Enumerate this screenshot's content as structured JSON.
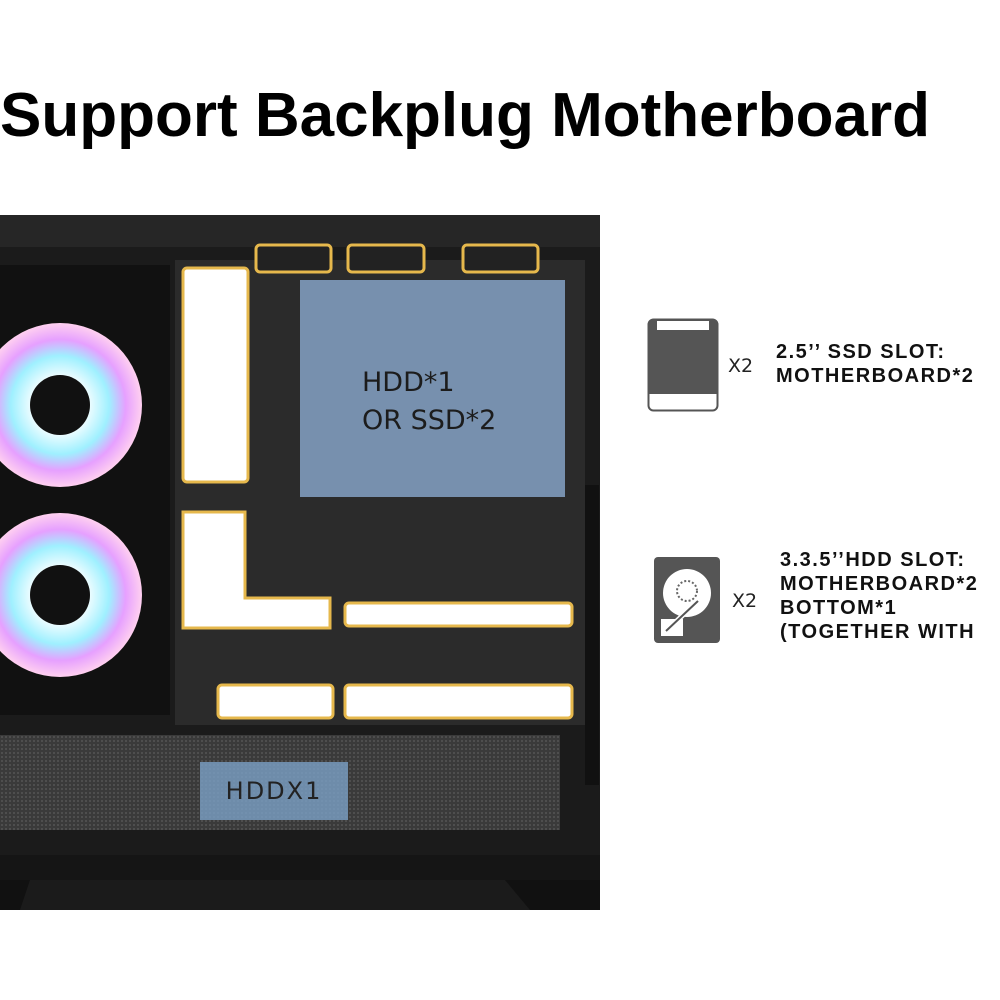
{
  "title": "Support Backplug Motherboard",
  "case": {
    "drive_area_label_line1": "HDD*1",
    "drive_area_label_line2": "OR SSD*2",
    "bottom_label": "HDDX1"
  },
  "specs": [
    {
      "icon": "ssd-icon",
      "count": "X2",
      "lines": [
        "2.5’’ SSD SLOT:",
        "MOTHERBOARD*2"
      ]
    },
    {
      "icon": "hdd-icon",
      "count": "X2",
      "lines": [
        "3.3.5’’HDD SLOT:",
        "MOTHERBOARD*2",
        "BOTTOM*1",
        "(TOGETHER WITH"
      ]
    }
  ],
  "colors": {
    "highlight": "#e6b84c",
    "overlay": "#7f9bbd",
    "case": "#1e1e1e"
  }
}
